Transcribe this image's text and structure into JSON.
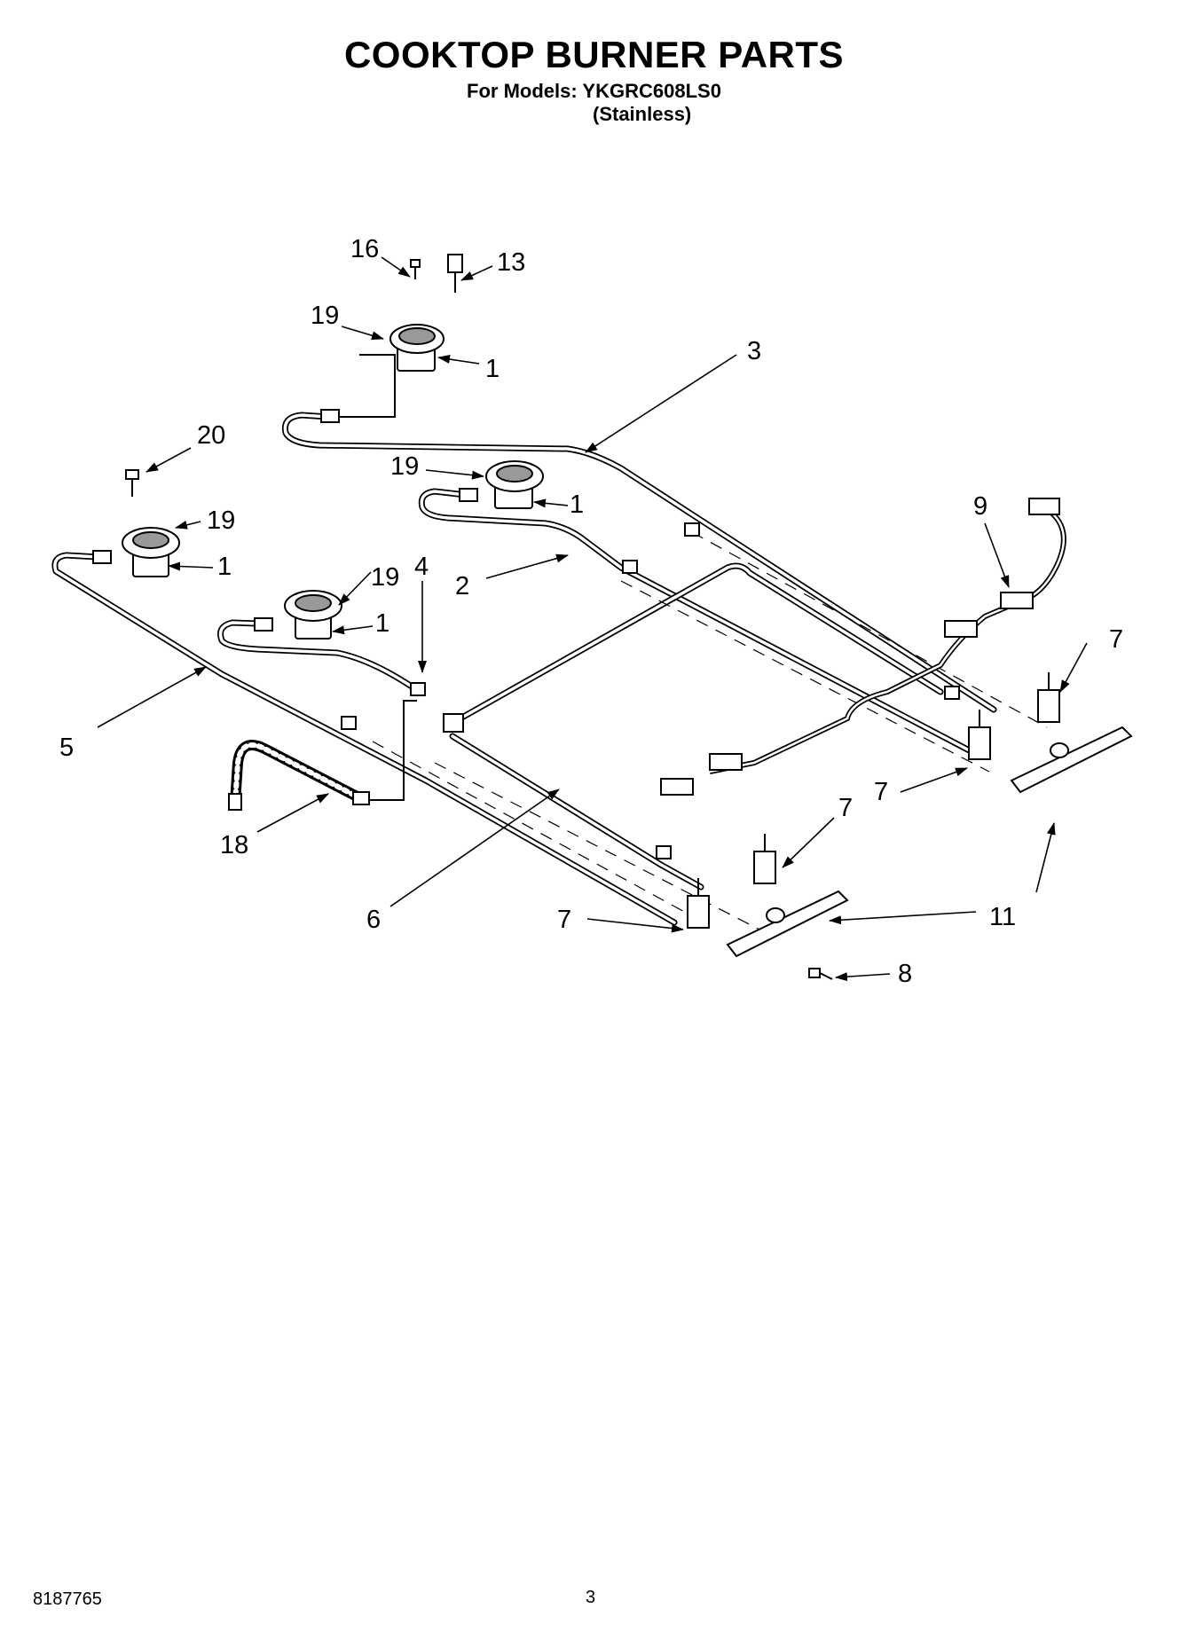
{
  "header": {
    "title": "COOKTOP BURNER PARTS",
    "models_line": "For Models: YKGRC608LS0",
    "variant": "(Stainless)"
  },
  "callouts": [
    "16",
    "13",
    "19",
    "1",
    "3",
    "20",
    "19",
    "1",
    "19",
    "1",
    "19",
    "1",
    "9",
    "4",
    "2",
    "5",
    "7",
    "7",
    "7",
    "18",
    "6",
    "7",
    "11",
    "8"
  ],
  "footer": {
    "doc_number": "8187765",
    "page_number": "3"
  }
}
